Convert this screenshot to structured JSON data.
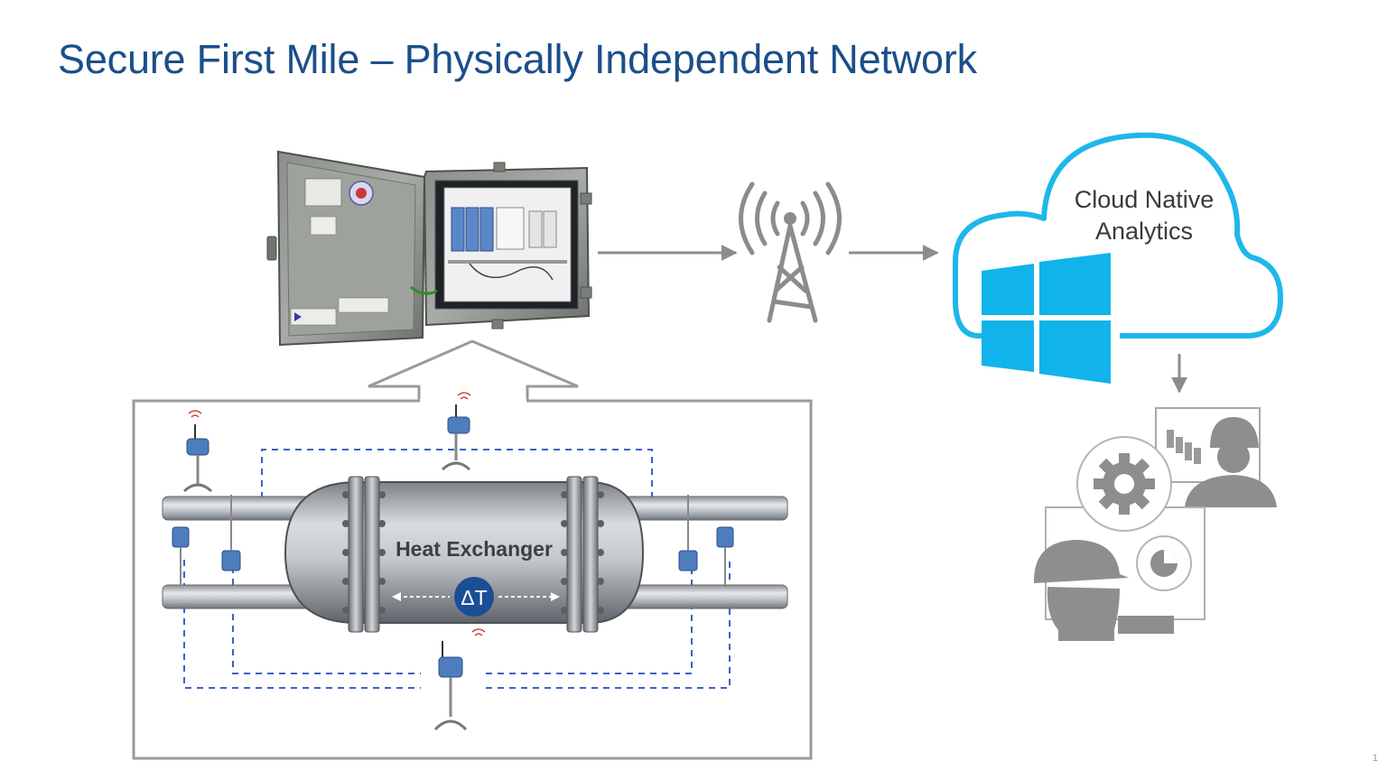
{
  "slide": {
    "title": "Secure First Mile – Physically Independent Network",
    "page_number": "1"
  },
  "cloud": {
    "label_line1": "Cloud Native",
    "label_line2": "Analytics"
  },
  "heat_exchanger": {
    "label": "Heat Exchanger",
    "delta_badge": "ΔT"
  },
  "colors": {
    "title": "#1b4f8a",
    "cloud_outline": "#1eb7ea",
    "windows_logo": "#10b4ea",
    "arrow_gray": "#8c8c8c",
    "dashed_wire": "#3b62c6",
    "badge": "#1a4f96"
  },
  "icons": {
    "tower": "radio-tower-icon",
    "windows": "windows-logo-icon",
    "gear": "gear-icon",
    "pie": "pie-chart-icon",
    "bar": "bar-chart-icon"
  }
}
